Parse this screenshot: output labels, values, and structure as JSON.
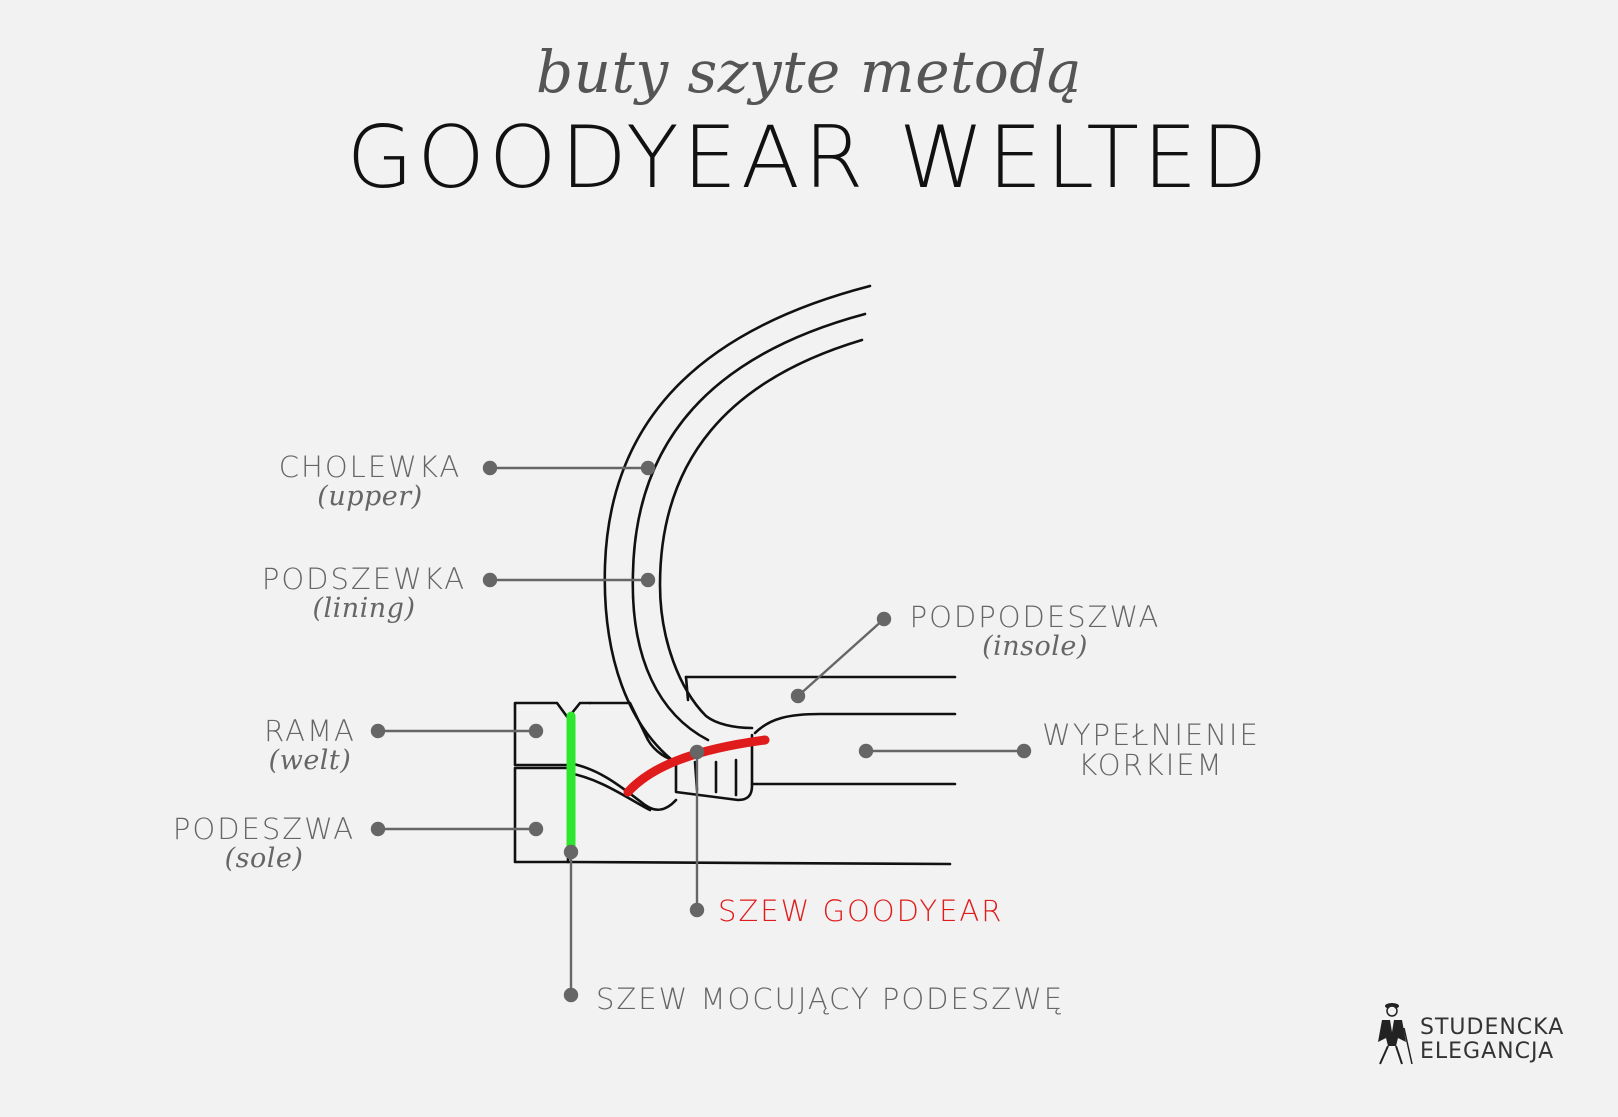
{
  "header": {
    "subtitle": "buty szyte metodą",
    "title": "GOODYEAR WELTED"
  },
  "labels": {
    "upper": {
      "main": "CHOLEWKA",
      "sub": "(upper)"
    },
    "lining": {
      "main": "PODSZEWKA",
      "sub": "(lining)"
    },
    "insole": {
      "main": "PODPODESZWA",
      "sub": "(insole)"
    },
    "welt": {
      "main": "RAMA",
      "sub": "(welt)"
    },
    "cork": {
      "line1": "WYPEŁNIENIE",
      "line2": "KORKIEM"
    },
    "sole": {
      "main": "PODESZWA",
      "sub": "(sole)"
    },
    "goodyear_stitch": "SZEW GOODYEAR",
    "sole_stitch": "SZEW MOCUJĄCY PODESZWĘ"
  },
  "logo": {
    "line1": "STUDENCKA",
    "line2": "ELEGANCJA"
  },
  "colors": {
    "background": "#f2f2f2",
    "outline": "#111111",
    "leader": "#666666",
    "goodyear_stitch": "#e01b1b",
    "sole_stitch": "#2ee62e"
  }
}
